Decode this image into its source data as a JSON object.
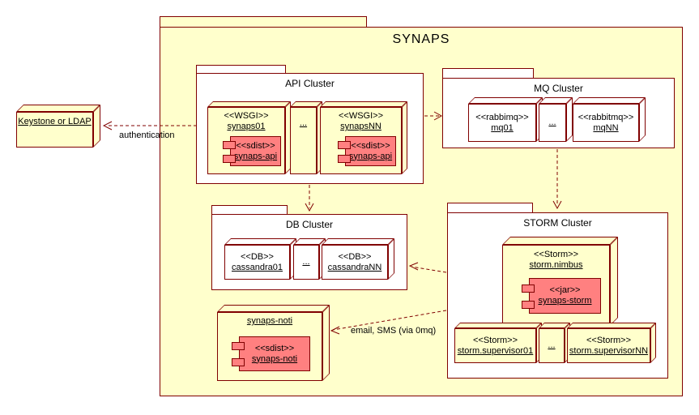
{
  "title": "SYNAPS",
  "external": {
    "name": "Keystone or LDAP"
  },
  "edges": {
    "authentication": "authentication",
    "email": "email, SMS (via 0mq)"
  },
  "api": {
    "title": "API Cluster",
    "node1": {
      "stereo": "<<WSGI>>",
      "name": "synaps01"
    },
    "comp1": {
      "stereo": "<<sdist>>",
      "name": "synaps-api"
    },
    "dots": "...",
    "node2": {
      "stereo": "<<WSGI>>",
      "name": "synapsNN"
    },
    "comp2": {
      "stereo": "<<sdist>>",
      "name": "synaps-api"
    }
  },
  "mq": {
    "title": "MQ Cluster",
    "node1": {
      "stereo": "<<rabbimq>>",
      "name": "mq01"
    },
    "dots": "...",
    "node2": {
      "stereo": "<<rabbitmq>>",
      "name": "mqNN"
    }
  },
  "db": {
    "title": "DB Cluster",
    "node1": {
      "stereo": "<<DB>>",
      "name": "cassandra01"
    },
    "dots": "...",
    "node2": {
      "stereo": "<<DB>>",
      "name": "cassandraNN"
    }
  },
  "storm": {
    "title": "STORM Cluster",
    "nimbus": {
      "stereo": "<<Storm>>",
      "name": "storm.nimbus"
    },
    "jar": {
      "stereo": "<<jar>>",
      "name": "synaps-storm"
    },
    "sup1": {
      "stereo": "<<Storm>>",
      "name": "storm.supervisor01"
    },
    "dots": "...",
    "sup2": {
      "stereo": "<<Storm>>",
      "name": "storm.supervisorNN"
    }
  },
  "noti": {
    "name": "synaps-noti",
    "comp": {
      "stereo": "<<sdist>>",
      "name": "synaps-noti"
    }
  },
  "colors": {
    "node_fill": "#FFFFCC",
    "component_fill": "#FF8080",
    "line": "#800000"
  }
}
